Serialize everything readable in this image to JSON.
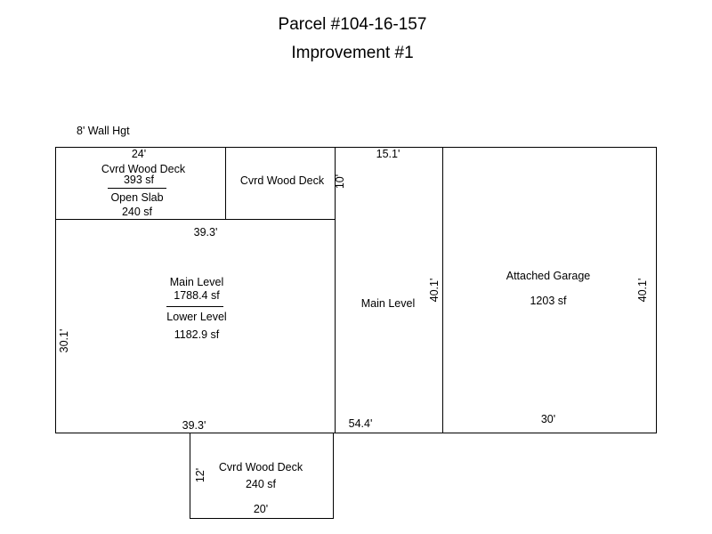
{
  "header": {
    "title": "Parcel #104-16-157",
    "subtitle": "Improvement #1"
  },
  "wall_height": "8' Wall Hgt",
  "sections": {
    "deck_open": {
      "top_dim": "24'",
      "upper_label": "Cvrd Wood Deck",
      "upper_area": "393 sf",
      "lower_label": "Open Slab",
      "lower_area": "240 sf"
    },
    "deck_right": {
      "label": "Cvrd Wood Deck",
      "side_dim": "10'"
    },
    "main_left": {
      "top_dim": "39.3'",
      "upper_label": "Main Level",
      "upper_area": "1788.4 sf",
      "lower_label": "Lower Level",
      "lower_area": "1182.9 sf",
      "side_dim": "30.1'",
      "bottom_dim": "39.3'"
    },
    "main_center": {
      "top_dim": "15.1'",
      "label": "Main Level",
      "side_dim": "40.1'",
      "bottom_dim": "54.4'"
    },
    "garage": {
      "label": "Attached Garage",
      "area": "1203 sf",
      "side_dim": "40.1'",
      "bottom_dim": "30'"
    },
    "deck_bottom": {
      "label": "Cvrd Wood Deck",
      "area": "240 sf",
      "side_dim": "12'",
      "bottom_dim": "20'"
    }
  }
}
